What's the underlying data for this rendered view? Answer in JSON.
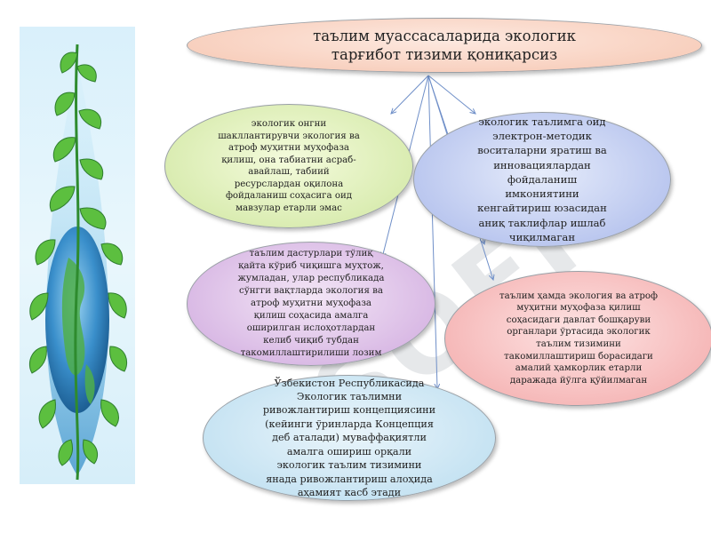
{
  "watermark": "SOFF",
  "title": "таълим муассасаларида экологик\nтарғибот тизими  қониқарсиз",
  "nodes": [
    {
      "id": "e1",
      "text": "экологик онгни\nшакллантирувчи экология ва\nатроф муҳитни муҳофаза\nқилиш, она табиатни асраб-\nавайлаш, табиий\nресурслардан оқилона\nфойдаланиш соҳасига оид\nмавзулар етарли эмас"
    },
    {
      "id": "e2",
      "text": "экологик таълимга оид\nэлектрон-методик\nвоситаларни яратиш ва\nинновациялардан\nфойдаланиш\nимкониятини\nкенгайтириш юзасидан\nаниқ таклифлар ишлаб\nчиқилмаган"
    },
    {
      "id": "e3",
      "text": "таълим дастурлари тўлиқ\nқайта кўриб чиқишга муҳтож,\nжумладан, улар республикада\nсўнгги вақтларда экология ва\nатроф муҳитни муҳофаза\nқилиш соҳасида амалга\nоширилган ислоҳотлардан\nкелиб чиқиб тубдан\nтакомиллаштирилиши лозим"
    },
    {
      "id": "e4",
      "text": "таълим ҳамда экология ва атроф\nмуҳитни муҳофаза қилиш\nсоҳасидаги давлат бошқаруви\nорганлари ўртасида экологик\nтаълим тизимини\nтакомиллаштириш борасидаги\nамалий ҳамкорлик етарли\nдаражада йўлга қўйилмаган"
    },
    {
      "id": "e5",
      "text": "Ўзбекистон Республикасида\nЭкологик таълимни\nривожлантириш концепциясини\n(кейинги ўринларда Концепция\nдеб аталади) муваффақиятли\nамалга ошириш орқали\nэкологик таълим тизимини\nянада ривожлантириш алоҳида\nаҳамият касб этади"
    }
  ],
  "colors": {
    "arrow": "#6f8fc8",
    "leaf_dark": "#2e8b2e",
    "leaf_light": "#7bd35a",
    "globe": "#2f7fbf"
  }
}
